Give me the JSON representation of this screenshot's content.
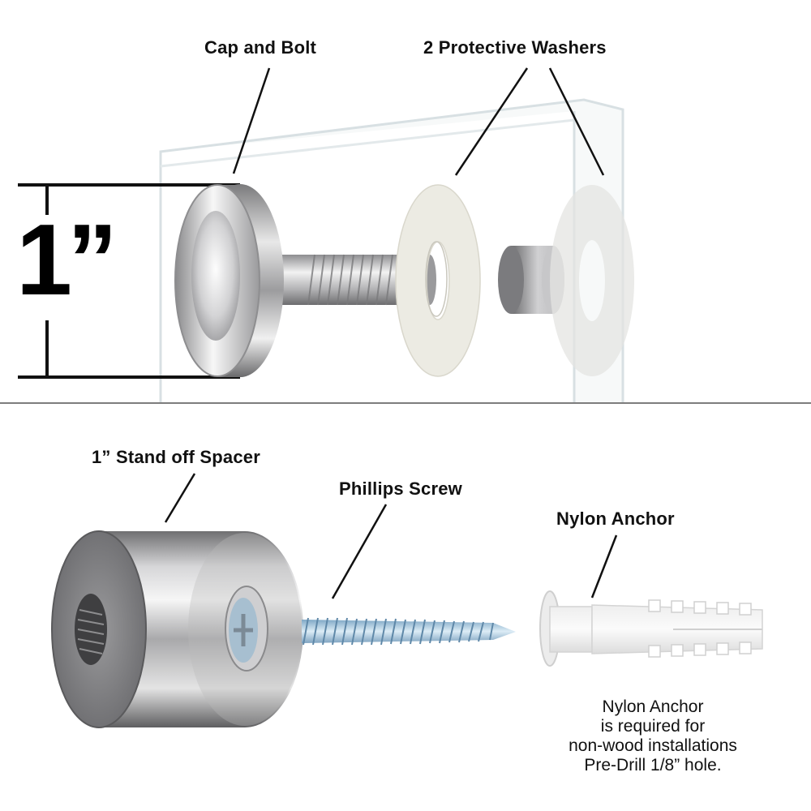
{
  "labels": {
    "cap_and_bolt": "Cap and Bolt",
    "washers": "2 Protective Washers",
    "dimension": "1”",
    "spacer": "1” Stand off Spacer",
    "screw": "Phillips Screw",
    "anchor": "Nylon Anchor"
  },
  "note": {
    "line1": "Nylon Anchor",
    "line2": "is required for",
    "line3": "non-wood installations",
    "line4": "Pre-Drill 1/8” hole."
  },
  "colors": {
    "leader": "#111111",
    "panel_edge": "#dfe6e9",
    "washer": "#ecebe3",
    "metal_dark": "#6e6e70",
    "metal_light": "#f4f4f4",
    "screw_blue": "#9fc3dc"
  }
}
